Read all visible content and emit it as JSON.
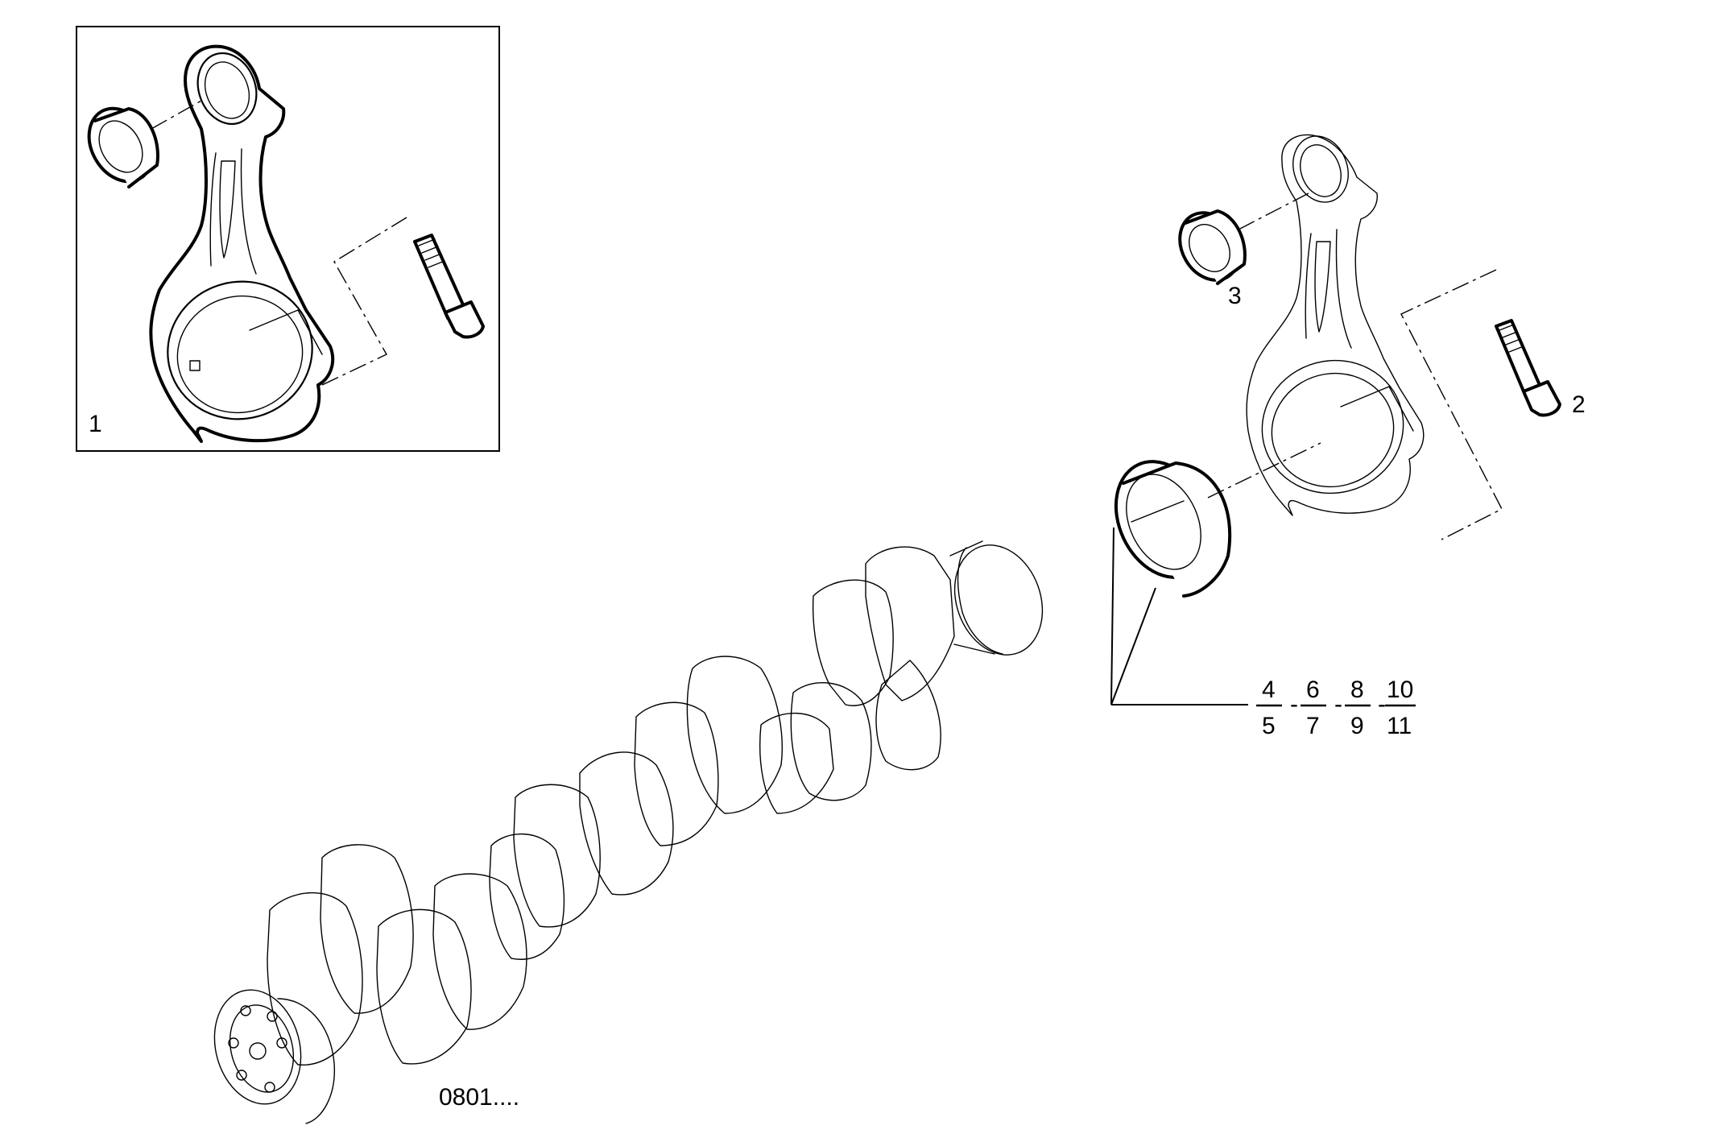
{
  "diagram_type": "exploded parts diagram",
  "callouts": {
    "inset_part": "1",
    "bolt": "2",
    "small_end_bushing": "3",
    "bearing_shells": {
      "top_row": [
        "4",
        "6",
        "8",
        "10"
      ],
      "bottom_row": [
        "5",
        "7",
        "9",
        "11"
      ],
      "separator": "-"
    }
  },
  "reference_code": "0801...."
}
